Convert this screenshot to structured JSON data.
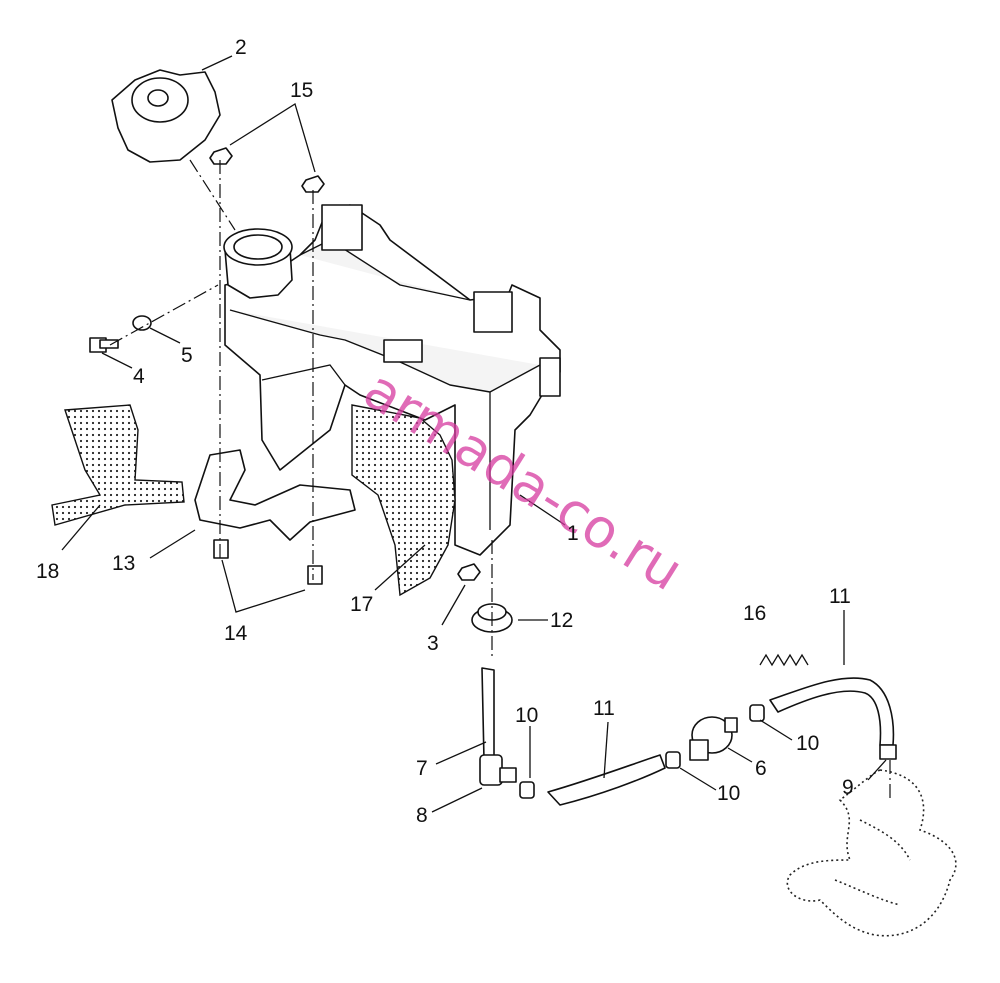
{
  "callouts": [
    {
      "id": "c2",
      "label": "2"
    },
    {
      "id": "c15",
      "label": "15"
    },
    {
      "id": "c4",
      "label": "4"
    },
    {
      "id": "c5",
      "label": "5"
    },
    {
      "id": "c1",
      "label": "1"
    },
    {
      "id": "c18",
      "label": "18"
    },
    {
      "id": "c13",
      "label": "13"
    },
    {
      "id": "c17",
      "label": "17"
    },
    {
      "id": "c3",
      "label": "3"
    },
    {
      "id": "c14",
      "label": "14"
    },
    {
      "id": "c12",
      "label": "12"
    },
    {
      "id": "c16",
      "label": "16"
    },
    {
      "id": "c11a",
      "label": "11"
    },
    {
      "id": "c11b",
      "label": "11"
    },
    {
      "id": "c10a",
      "label": "10"
    },
    {
      "id": "c10b",
      "label": "10"
    },
    {
      "id": "c10c",
      "label": "10"
    },
    {
      "id": "c6",
      "label": "6"
    },
    {
      "id": "c7",
      "label": "7"
    },
    {
      "id": "c8",
      "label": "8"
    },
    {
      "id": "c9",
      "label": "9"
    }
  ],
  "watermark": "armada-co.ru",
  "colors": {
    "line": "#111111",
    "watermark": "#d63a9f",
    "background": "#ffffff"
  }
}
